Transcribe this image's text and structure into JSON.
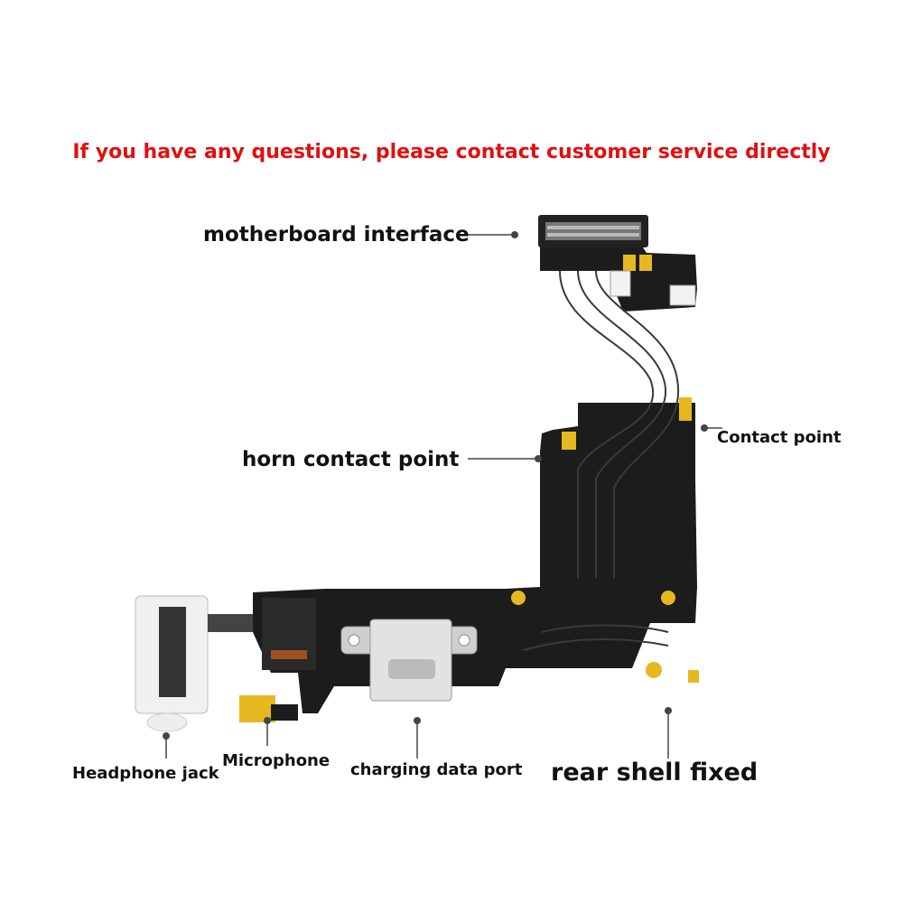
{
  "notice": {
    "text": "If you have any questions, please contact customer service directly",
    "color": "#e01010"
  },
  "labels": {
    "motherboard_interface": "motherboard interface",
    "horn_contact_point": "horn contact point",
    "contact_point": "Contact point",
    "headphone_jack": "Headphone jack",
    "microphone": "Microphone",
    "charging_data_port": "charging data port",
    "rear_shell_fixed": "rear shell fixed"
  },
  "colors": {
    "flex": "#1c1c1c",
    "gold": "#e6b820",
    "connector": "#d8d8d8"
  }
}
